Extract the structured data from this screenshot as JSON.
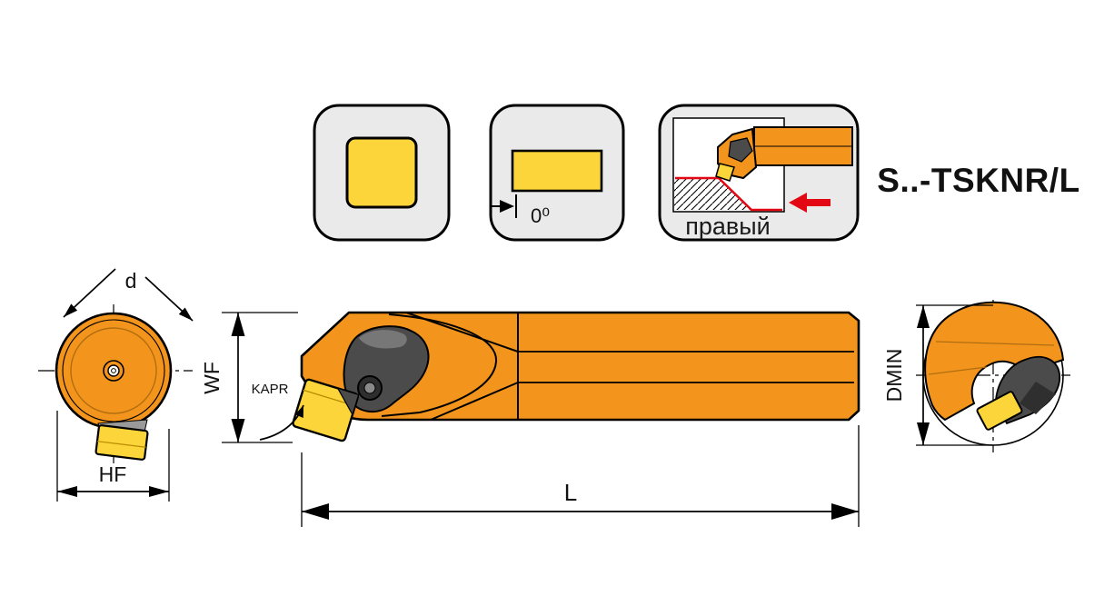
{
  "title": "S..-TSKNR/L",
  "legend": {
    "insert_shape": "square-insert-icon",
    "clearance_angle_label": "0⁰",
    "hand_label": "правый"
  },
  "dimensions": {
    "insert_size": "d",
    "head_width": "HF",
    "head_height": "WF",
    "approach_angle": "KAPR",
    "overall_length": "L",
    "min_bore_diameter": "DMIN"
  },
  "colors": {
    "body_orange": "#F3941C",
    "insert_yellow": "#FCD53A",
    "icon_gray": "#EAEAEA",
    "clamp_gray": "#4B4B4B",
    "accent_red": "#E30613",
    "outline_black": "#000000"
  }
}
